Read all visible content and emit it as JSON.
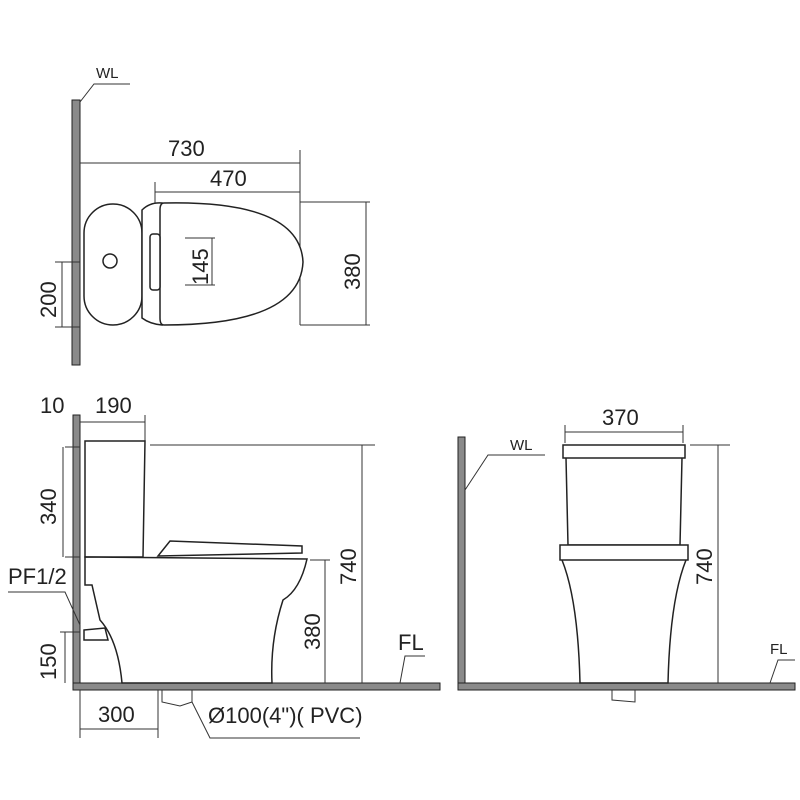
{
  "top_view": {
    "wall_label": "WL",
    "dim_total_length": "730",
    "dim_seat_length": "470",
    "dim_width": "380",
    "dim_hinge_spacing": "145",
    "dim_supply_offset": "200"
  },
  "side_view": {
    "dim_wall_gap": "10",
    "dim_tank_depth": "190",
    "dim_tank_height": "340",
    "dim_total_height": "740",
    "dim_seat_height": "380",
    "dim_supply_height": "150",
    "dim_outlet_distance": "300",
    "supply_label": "PF1/2",
    "floor_label": "FL",
    "outlet_label": "Ø100(4\")( PVC)"
  },
  "front_view": {
    "wall_label": "WL",
    "dim_width": "370",
    "dim_total_height": "740",
    "floor_label": "FL"
  }
}
